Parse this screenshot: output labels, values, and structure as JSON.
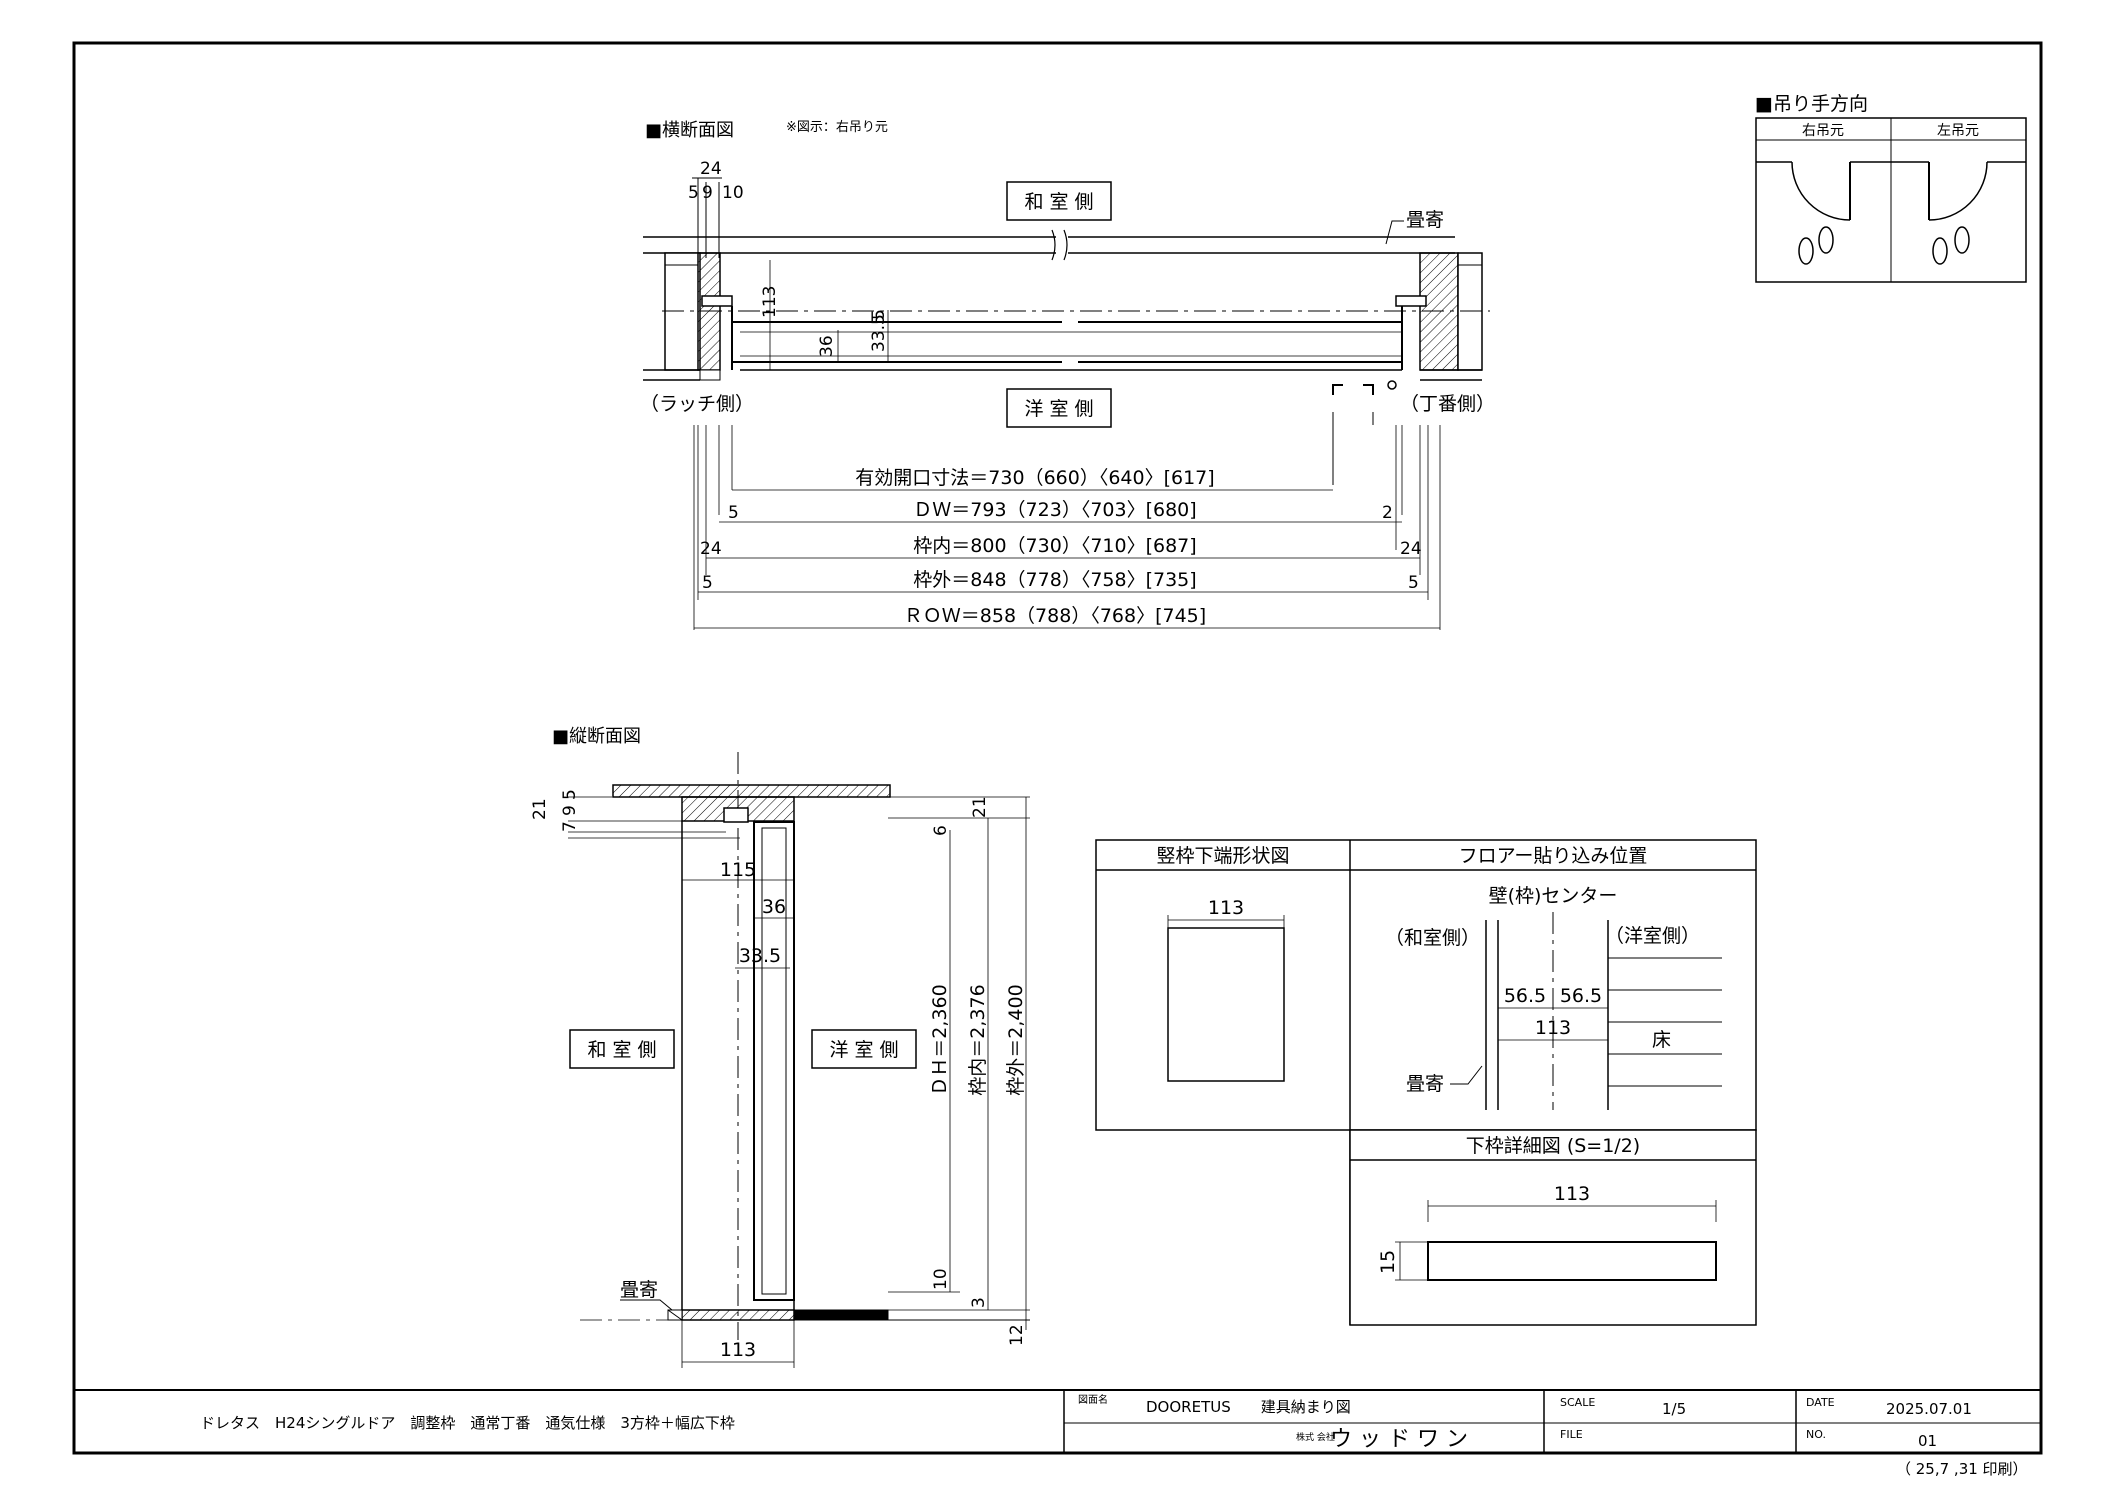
{
  "horizontal_section": {
    "title": "■横断面図",
    "note": "※図示：右吊り元",
    "top_dim_total": "24",
    "top_dim_parts": [
      "5",
      "9",
      "10"
    ],
    "washitsu_label": "和 室 側",
    "yoshitsu_label": "洋 室 側",
    "tatami_label": "畳寄",
    "latch_label": "（ラッチ側）",
    "hinge_label": "（丁番側）",
    "dim_113": "113",
    "dim_36": "36",
    "dim_33_5": "33.5",
    "dim_5": "5",
    "dims": [
      {
        "label": "有効開口寸法＝730（660）〈640〉[617]",
        "left": "",
        "right": ""
      },
      {
        "label": "ＤＷ＝793（723）〈703〉[680]",
        "left": "5",
        "right": "2"
      },
      {
        "label": "枠内＝800（730）〈710〉[687]",
        "left": "24",
        "right": "24"
      },
      {
        "label": "枠外＝848（778）〈758〉[735]",
        "left": "5",
        "right": "5"
      },
      {
        "label": "ＲＯＷ＝858（788）〈768〉[745]",
        "left": "",
        "right": ""
      }
    ]
  },
  "hanging_direction": {
    "title": "■吊り手方向",
    "right": "右吊元",
    "left": "左吊元"
  },
  "vertical_section": {
    "title": "■縦断面図",
    "top_dims": [
      "21",
      "7",
      "9",
      "5"
    ],
    "dim_115": "115",
    "dim_36": "36",
    "dim_33_5": "33.5",
    "washitsu_label": "和 室 側",
    "yoshitsu_label": "洋 室 側",
    "dh": "ＤＨ＝2,360",
    "inner": "枠内＝2,376",
    "outer": "枠外＝2,400",
    "dim_6": "6",
    "dim_21": "21",
    "dim_10": "10",
    "dim_3": "3",
    "dim_12": "12",
    "tatami_label": "畳寄",
    "bottom_113": "113"
  },
  "detail_box": {
    "frame_bottom_title": "竪枠下端形状図",
    "frame_bottom_dim": "113",
    "floor_title": "フロアー貼り込み位置",
    "wall_center": "壁(枠)センター",
    "washitsu": "（和室側）",
    "yoshitsu": "（洋室側）",
    "half_left": "56.5",
    "half_right": "56.5",
    "total": "113",
    "floor": "床",
    "tatami": "畳寄",
    "lower_title": "下枠詳細図 (S=1/2)",
    "lower_width": "113",
    "lower_height": "15"
  },
  "title_block": {
    "description": "ドレタス　H24シングルドア　調整枠　通常丁番　通気仕様　3方枠＋幅広下枠",
    "drawing_name_label": "図面名",
    "drawing_name": "DOORETUS　　建具納まり図",
    "company_label": "株式\n会社",
    "company": "ウ ッ ド ワ ン",
    "scale_label": "SCALE",
    "scale": "1/5",
    "file_label": "FILE",
    "date_label": "DATE",
    "date": "2025.07.01",
    "no_label": "NO.",
    "no": "01"
  },
  "print_note": "（ 25,7 ,31 印刷）"
}
